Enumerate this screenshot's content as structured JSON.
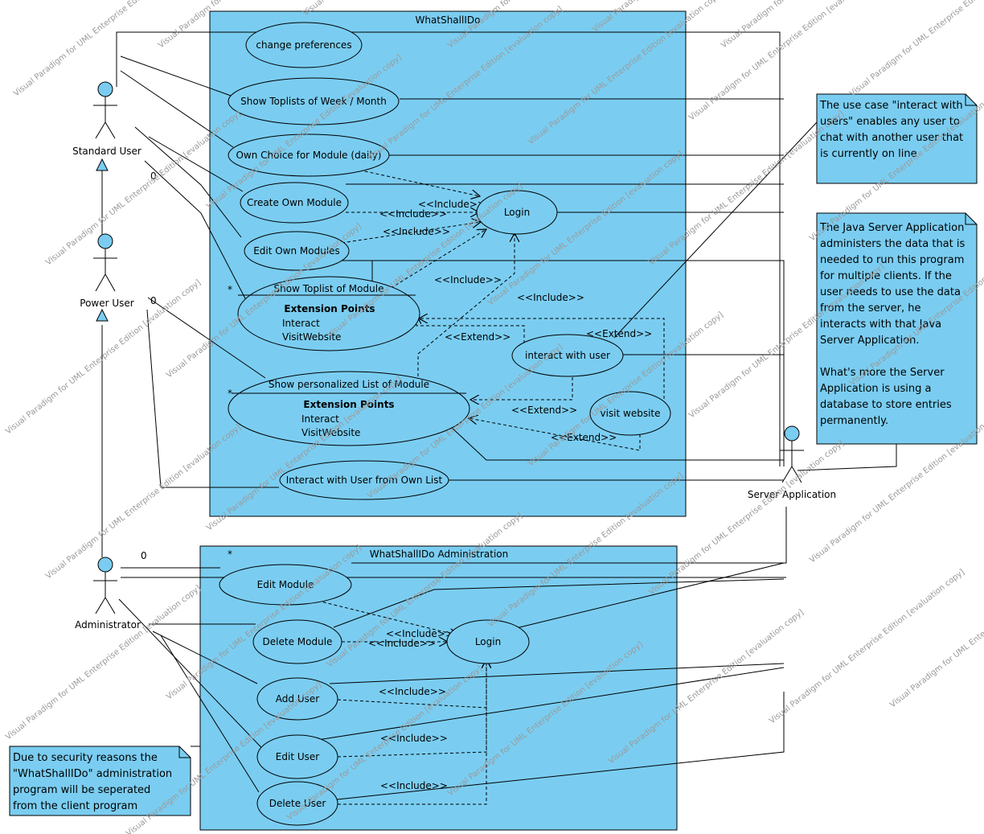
{
  "systems": {
    "main": "WhatShallIDo",
    "admin": "WhatShallIDo Administration"
  },
  "actors": {
    "standard_user": "Standard User",
    "power_user": "Power User",
    "administrator": "Administrator",
    "server": "Server Application"
  },
  "use_cases": {
    "change_preferences": "change preferences",
    "show_toplists": "Show Toplists of Week / Month",
    "own_choice": "Own Choice for Module (daily)",
    "create_module": "Create Own Module",
    "edit_own_modules": "Edit Own Modules",
    "login_main": "Login",
    "interact_user": "interact with user",
    "visit_website": "visit website",
    "interact_own_list": "Interact with User from Own List",
    "toplist_module": {
      "title": "Show Toplist of Module",
      "ext_heading": "Extension Points",
      "ext_1": "Interact",
      "ext_2": "VisitWebsite"
    },
    "personalized_list": {
      "title": "Show personalized List of Module",
      "ext_heading": "Extension Points",
      "ext_1": "Interact",
      "ext_2": "VisitWebsite"
    },
    "edit_module": "Edit Module",
    "delete_module": "Delete Module",
    "login_admin": "Login",
    "add_user": "Add User",
    "edit_user": "Edit User",
    "delete_user": "Delete User"
  },
  "stereotypes": {
    "include": "<<Include>>",
    "extend": "<<Extend>>"
  },
  "multiplicities": {
    "zero": "0",
    "star": "*"
  },
  "notes": {
    "interact": [
      "The use case \"interact with",
      "users\" enables any user to",
      "chat with another user that",
      "is currently on line"
    ],
    "server": [
      "The Java Server Application",
      "administers the data that is",
      "needed to run this program",
      "for multiple clients. If the",
      "user needs to use the data",
      "from the server, he",
      "interacts with that Java",
      "Server Application.",
      "",
      "What's more the Server",
      "Application is using a",
      "database to store entries",
      "permanently."
    ],
    "security": [
      "Due to security reasons the",
      "\"WhatShallIDo\" administration",
      "program will be seperated",
      "from the client program"
    ]
  },
  "watermark": "Visual Paradigm for UML Enterprise Edition [evaluation copy]",
  "colors": {
    "system_fill": "#7ACDF1",
    "note_fill": "#7ACDF1",
    "actor_head": "#7ACDF1",
    "line": "#000000"
  }
}
